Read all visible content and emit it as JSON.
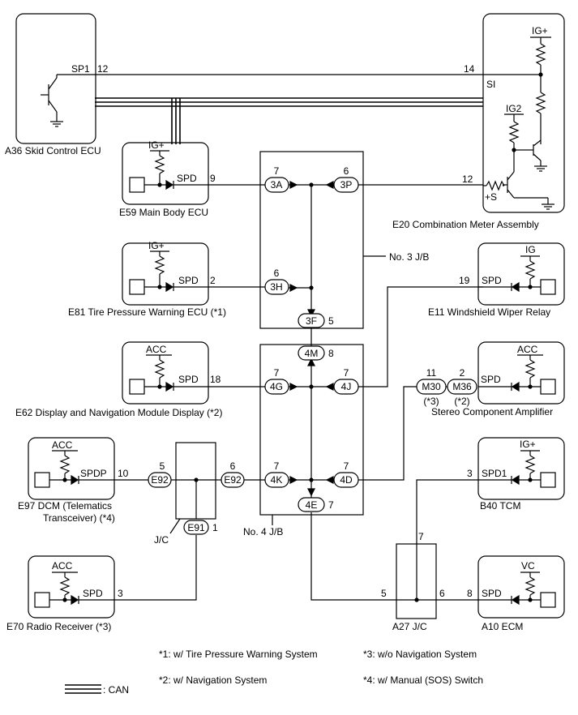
{
  "components": {
    "skid_ecu": {
      "label": "A36 Skid Control ECU",
      "sp1": "SP1",
      "pin12": "12"
    },
    "combination_meter": {
      "label": "E20 Combination Meter Assembly",
      "pin14": "14",
      "si": "SI",
      "igplus": "IG+",
      "ig2": "IG2",
      "pin12": "12",
      "plus_s": "+S"
    },
    "main_body_ecu": {
      "label": "E59 Main Body ECU",
      "igplus": "IG+",
      "spd": "SPD",
      "pin9": "9"
    },
    "tpw_ecu": {
      "label": "E81 Tire Pressure Warning ECU (*1)",
      "igplus": "IG+",
      "spd": "SPD",
      "pin2": "2"
    },
    "display_module": {
      "label": "E62 Display and Navigation Module Display (*2)",
      "acc": "ACC",
      "spd": "SPD",
      "pin18": "18"
    },
    "dcm": {
      "label1": "E97 DCM (Telematics",
      "label2": "Transceiver) (*4)",
      "acc": "ACC",
      "spdp": "SPDP",
      "pin10": "10"
    },
    "radio": {
      "label": "E70 Radio Receiver (*3)",
      "acc": "ACC",
      "spd": "SPD",
      "pin3": "3"
    },
    "wiper_relay": {
      "label": "E11 Windshield Wiper Relay",
      "ig": "IG",
      "spd": "SPD",
      "pin19": "19"
    },
    "stereo_amp": {
      "label": "Stereo Component Amplifier",
      "acc": "ACC",
      "spd": "SPD"
    },
    "tcm": {
      "label": "B40 TCM",
      "igplus": "IG+",
      "spd1": "SPD1",
      "pin3": "3"
    },
    "ecm": {
      "label": "A10 ECM",
      "vc": "VC",
      "spd": "SPD",
      "pin8": "8"
    },
    "jb3": {
      "label": "No. 3 J/B"
    },
    "jb4": {
      "label": "No. 4 J/B"
    },
    "jc_e": {
      "label": "J/C"
    },
    "jc_a27": {
      "label": "A27 J/C",
      "pin7": "7",
      "pin5": "5",
      "pin6": "6"
    }
  },
  "connectors": {
    "c3A": {
      "name": "3A",
      "pin": "7"
    },
    "c3P": {
      "name": "3P",
      "pin": "6"
    },
    "c3H": {
      "name": "3H",
      "pin": "6"
    },
    "c3F": {
      "name": "3F",
      "pin": "5"
    },
    "c4M": {
      "name": "4M",
      "pin": "8"
    },
    "c4G": {
      "name": "4G",
      "pin": "7"
    },
    "c4J": {
      "name": "4J",
      "pin": "7"
    },
    "c4K": {
      "name": "4K",
      "pin": "7"
    },
    "c4D": {
      "name": "4D",
      "pin": "7"
    },
    "c4E": {
      "name": "4E",
      "pin": "7"
    },
    "m30": {
      "name": "M30",
      "pin": "11",
      "note": "(*3)"
    },
    "m36": {
      "name": "M36",
      "pin": "2",
      "note": "(*2)"
    },
    "e92a": {
      "name": "E92",
      "pin": "5"
    },
    "e92b": {
      "name": "E92",
      "pin": "6"
    },
    "e91": {
      "name": "E91",
      "pin": "1"
    }
  },
  "notes": {
    "n1": "*1: w/ Tire Pressure Warning System",
    "n2": "*2: w/ Navigation System",
    "n3": "*3: w/o Navigation System",
    "n4": "*4: w/ Manual (SOS) Switch"
  },
  "legend": {
    "can": ": CAN"
  }
}
